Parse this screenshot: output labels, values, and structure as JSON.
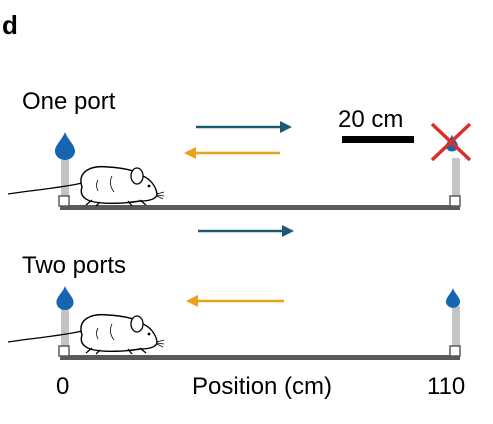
{
  "figure": {
    "panel_letter": "d",
    "scale_bar": {
      "label": "20 cm"
    },
    "track": {
      "position_min": "0",
      "position_max": "110",
      "axis_title": "Position (cm)"
    },
    "conditions": [
      {
        "label": "One port",
        "left_port": "water-drop-reward",
        "right_port": "no-reward-crossed-out",
        "arrows": [
          "rightward-run",
          "leftward-run"
        ]
      },
      {
        "label": "Two ports",
        "left_port": "water-drop-reward",
        "right_port": "water-drop-reward",
        "arrows": [
          "rightward-run",
          "leftward-run"
        ]
      }
    ]
  },
  "colors": {
    "rightward_arrow": "#1f5a73",
    "leftward_arrow": "#e8a21c",
    "water_drop": "#1565b0",
    "cross": "#d9302b",
    "track": "#5a5a5a",
    "post": "#c4c4c4"
  }
}
